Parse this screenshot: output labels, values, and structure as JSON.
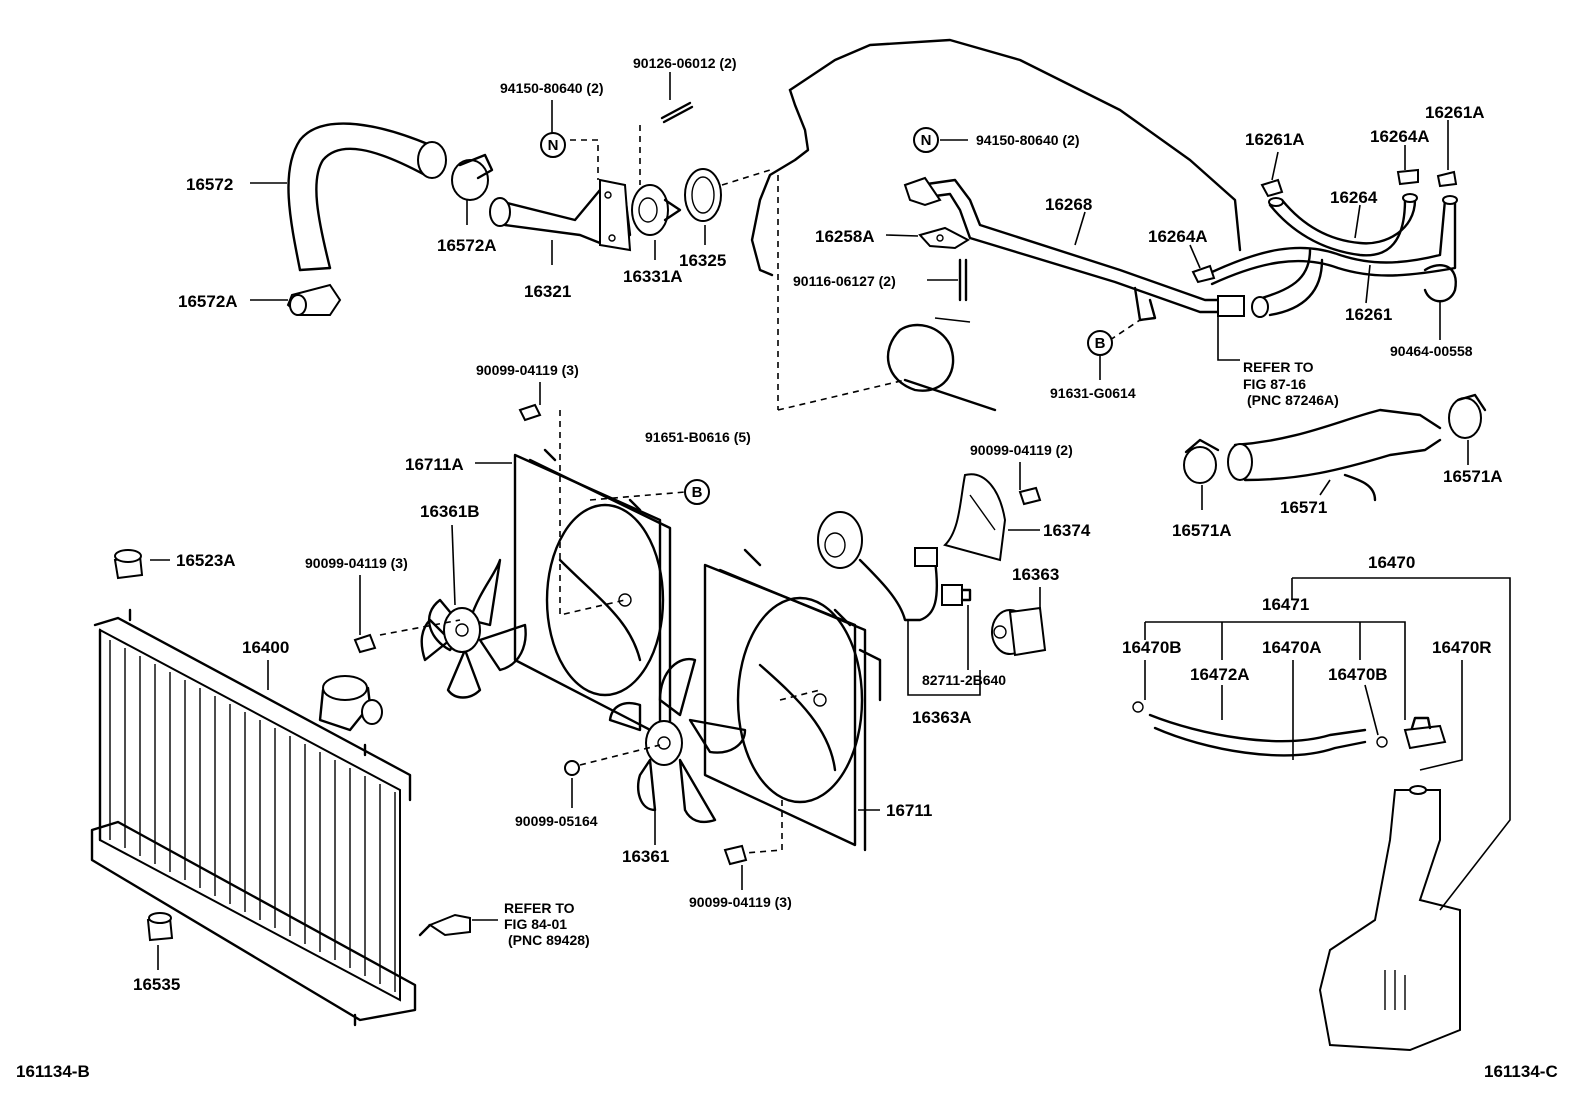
{
  "labels": {
    "p16572": "16572",
    "p16572A_top": "16572A",
    "p16572A_bot": "16572A",
    "p16321": "16321",
    "p16331A": "16331A",
    "p16325": "16325",
    "p94150_80640_left": "94150-80640 (2)",
    "p90126_06012": "90126-06012 (2)",
    "p94150_80640_right": "94150-80640 (2)",
    "p16258A": "16258A",
    "p90116_06127": "90116-06127 (2)",
    "p16268": "16268",
    "p16264A_mid": "16264A",
    "p91631_G0614": "91631-G0614",
    "p16261A_left": "16261A",
    "p16264A_top": "16264A",
    "p16261A_right": "16261A",
    "p16264": "16264",
    "p16261": "16261",
    "p90464_00558": "90464-00558",
    "refer_87_1": "REFER TO",
    "refer_87_2": "FIG 87-16",
    "refer_87_3": "(PNC 87246A)",
    "p16571": "16571",
    "p16571A_left": "16571A",
    "p16571A_right": "16571A",
    "p90099_04119_a": "90099-04119 (3)",
    "p16711A": "16711A",
    "p91651_B0616": "91651-B0616 (5)",
    "p16361B": "16361B",
    "p90099_04119_b": "90099-04119 (3)",
    "p16523A": "16523A",
    "p16400": "16400",
    "p90099_04119_c": "90099-04119 (2)",
    "p16374": "16374",
    "p16363": "16363",
    "p82711_2B640": "82711-2B640",
    "p16363A": "16363A",
    "p90099_05164": "90099-05164",
    "p16361": "16361",
    "p16711": "16711",
    "p90099_04119_d": "90099-04119 (3)",
    "refer_84_1": "REFER TO",
    "refer_84_2": "FIG 84-01",
    "refer_84_3": "(PNC 89428)",
    "p16535": "16535",
    "p16470": "16470",
    "p16471": "16471",
    "p16470B_left": "16470B",
    "p16472A": "16472A",
    "p16470A": "16470A",
    "p16470B_right": "16470B",
    "p16470R": "16470R",
    "code_left": "161134-B",
    "code_right": "161134-C"
  },
  "markers": {
    "n_left": "N",
    "n_right": "N",
    "b_top": "B",
    "b_fan": "B"
  }
}
